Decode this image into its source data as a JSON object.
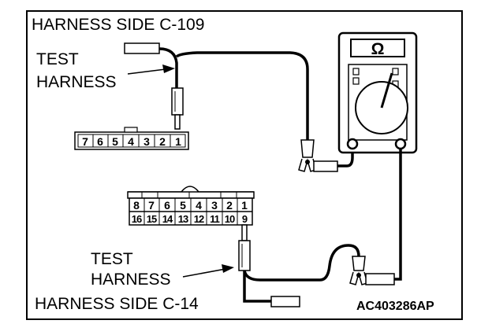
{
  "labels": {
    "top_harness": "HARNESS SIDE C-109",
    "bottom_harness": "HARNESS SIDE C-14",
    "test_line1": "TEST",
    "test_line2": "HARNESS",
    "code": "AC403286AP"
  },
  "meter": {
    "symbol": "Ω"
  },
  "connector_c109": {
    "pins": [
      "7",
      "6",
      "5",
      "4",
      "3",
      "2",
      "1"
    ]
  },
  "connector_c14": {
    "pins_top": [
      "8",
      "7",
      "6",
      "5",
      "4",
      "3",
      "2",
      "1"
    ],
    "pins_bottom": [
      "16",
      "15",
      "14",
      "13",
      "12",
      "11",
      "10",
      "9"
    ]
  },
  "colors": {
    "line": "#000000",
    "background": "#ffffff"
  }
}
